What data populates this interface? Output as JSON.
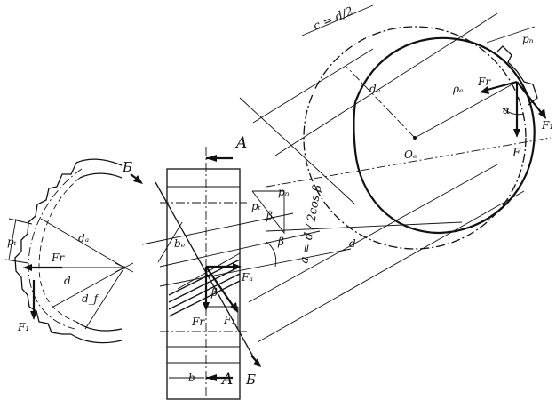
{
  "labels": {
    "c_formula": "c = d/2",
    "pn_top": "pₙ",
    "d_e": "dₑ",
    "rho_e": "ρₑ",
    "Fr_top": "Fr",
    "alpha": "α",
    "F1_top": "F₁",
    "O_e": "Oₑ",
    "F": "F",
    "A_top": "A",
    "B_top": "Б",
    "pt": "pₜ",
    "pn_mid": "pₙ",
    "beta_small": "β",
    "beta_mid": "β",
    "a_formula": "a = d / 2cos β",
    "d_big": "d",
    "be": "bₑ",
    "Fa": "Fₐ",
    "beta_low": "β",
    "Fr_low": "Fr",
    "F1_low": "F₁",
    "b": "b",
    "A_bot": "A",
    "B_bot": "Б",
    "p_t_left": "pₜ",
    "d_a": "dₐ",
    "Fr_left": "Fr",
    "d_left": "d",
    "d_f": "d_f",
    "F1_left": "F₁"
  }
}
